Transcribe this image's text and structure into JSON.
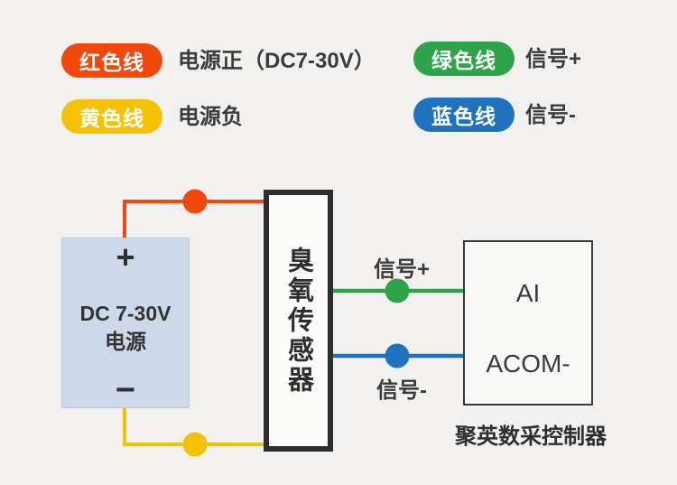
{
  "colors": {
    "background": "#F2F1EF",
    "red_wire": "#F2480C",
    "yellow_wire": "#F5C100",
    "green_wire": "#2EA44A",
    "blue_wire": "#1E72BE",
    "power_box_fill": "#CDD9EB",
    "sensor_border": "#2D2D2D",
    "text_dark": "#3A3A3A"
  },
  "legend": {
    "items": [
      {
        "badge": "红色线",
        "description": "电源正（DC7-30V）"
      },
      {
        "badge": "黄色线",
        "description": "电源负"
      },
      {
        "badge": "绿色线",
        "description": "信号+"
      },
      {
        "badge": "蓝色线",
        "description": "信号-"
      }
    ]
  },
  "diagram": {
    "power_supply": {
      "positive": "+",
      "name_line1": "DC 7-30V",
      "name_line2": "电源",
      "negative": "−"
    },
    "sensor": {
      "label": "臭氧传感器"
    },
    "signal_plus_label": "信号+",
    "signal_minus_label": "信号-",
    "controller": {
      "input_top": "AI",
      "input_bottom": "ACOM-",
      "caption": "聚英数采控制器"
    }
  }
}
